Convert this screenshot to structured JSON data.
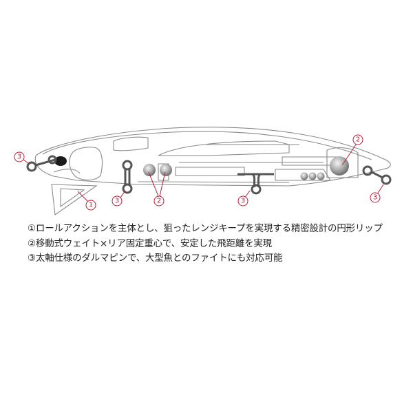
{
  "diagram": {
    "subject": "minnow lure cross-section",
    "label_color": "#b3203a",
    "callouts": [
      {
        "id": "callout-1",
        "label": "①",
        "target": "circular lip"
      },
      {
        "id": "callout-2a",
        "label": "②",
        "target": "front weight balls"
      },
      {
        "id": "callout-2b",
        "label": "②",
        "target": "rear moving weight ball"
      },
      {
        "id": "callout-3a",
        "label": "③",
        "target": "line eye pin"
      },
      {
        "id": "callout-3b",
        "label": "③",
        "target": "belly hook pin"
      },
      {
        "id": "callout-3c",
        "label": "③",
        "target": "center belly hook pin"
      },
      {
        "id": "callout-3d",
        "label": "③",
        "target": "tail pin"
      }
    ]
  },
  "notes": [
    {
      "text": "①ロールアクションを主体とし、狙ったレンジキープを実現する精密設計の円形リップ"
    },
    {
      "text": "②移動式ウェイト×リア固定重心で、安定した飛距離を実現"
    },
    {
      "text": "③太軸仕様のダルマピンで、大型魚とのファイトにも対応可能"
    }
  ]
}
